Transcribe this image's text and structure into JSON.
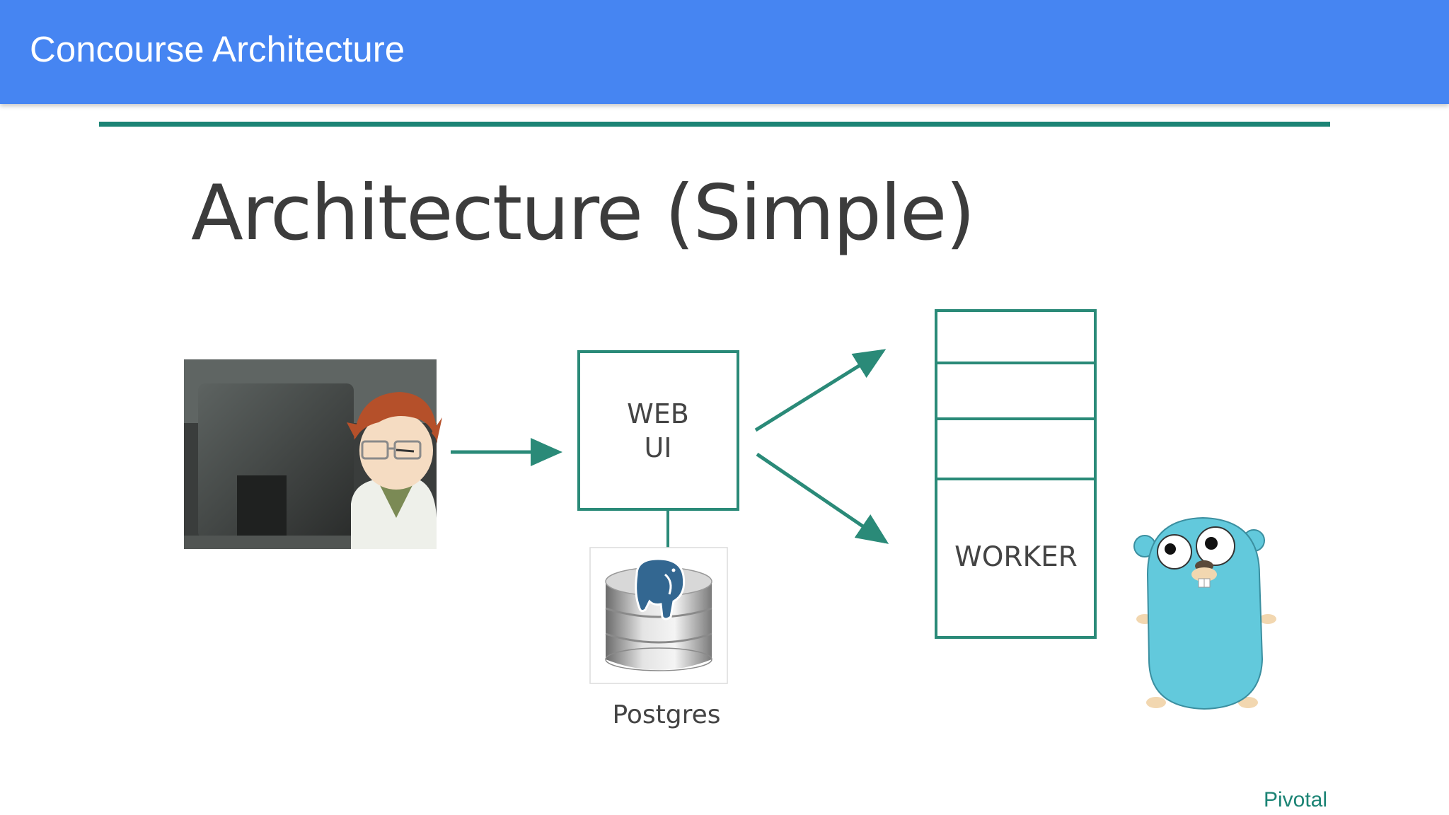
{
  "app_bar": {
    "title": "Concourse Architecture"
  },
  "slide": {
    "title": "Architecture (Simple)",
    "nodes": {
      "web_ui": {
        "line1": "WEB",
        "line2": "UI"
      },
      "database": {
        "label": "Postgres"
      },
      "worker": {
        "label": "WORKER"
      }
    },
    "logo": "Pivotal"
  },
  "colors": {
    "app_bar": "#4685f2",
    "accent_teal": "#1c8475",
    "diagram_stroke": "#2a8a78",
    "title_text": "#3c3c3c",
    "gopher": "#62c9dc"
  },
  "icons": [
    "developer-illustration",
    "postgres-elephant-icon",
    "go-gopher-mascot"
  ]
}
